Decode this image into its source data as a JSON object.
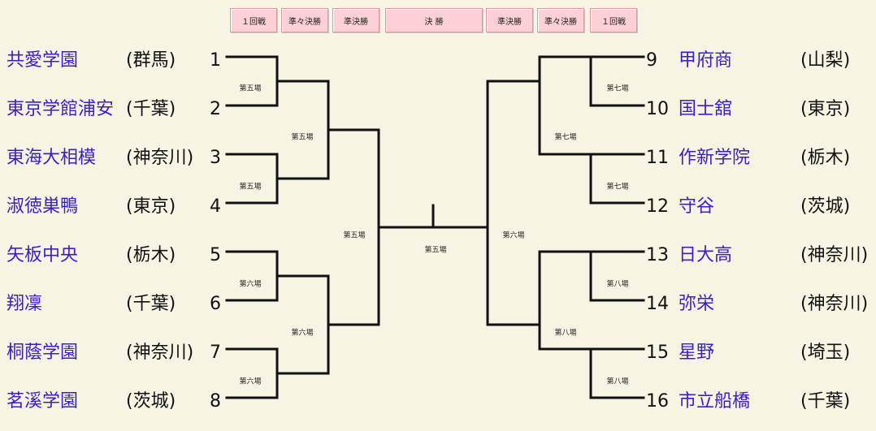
{
  "rounds": [
    "１回戦",
    "準々決勝",
    "準決勝",
    "決 勝",
    "準決勝",
    "準々決勝",
    "１回戦"
  ],
  "left_teams": [
    {
      "num": "1",
      "name": "共愛学園",
      "pref": "(群馬)"
    },
    {
      "num": "2",
      "name": "東京学館浦安",
      "pref": "(千葉)"
    },
    {
      "num": "3",
      "name": "東海大相模",
      "pref": "(神奈川)"
    },
    {
      "num": "4",
      "name": "淑徳巣鴨",
      "pref": "(東京)"
    },
    {
      "num": "5",
      "name": "矢板中央",
      "pref": "(栃木)"
    },
    {
      "num": "6",
      "name": "翔凜",
      "pref": "(千葉)"
    },
    {
      "num": "7",
      "name": "桐蔭学園",
      "pref": "(神奈川)"
    },
    {
      "num": "8",
      "name": "茗溪学園",
      "pref": "(茨城)"
    }
  ],
  "right_teams": [
    {
      "num": "9",
      "name": "甲府商",
      "pref": "(山梨)"
    },
    {
      "num": "10",
      "name": "国士舘",
      "pref": "(東京)"
    },
    {
      "num": "11",
      "name": "作新学院",
      "pref": "(栃木)"
    },
    {
      "num": "12",
      "name": "守谷",
      "pref": "(茨城)"
    },
    {
      "num": "13",
      "name": "日大高",
      "pref": "(神奈川)"
    },
    {
      "num": "14",
      "name": "弥栄",
      "pref": "(神奈川)"
    },
    {
      "num": "15",
      "name": "星野",
      "pref": "(埼玉)"
    },
    {
      "num": "16",
      "name": "市立船橋",
      "pref": "(千葉)"
    }
  ],
  "venues": {
    "l_r1": [
      "第五場",
      "第五場",
      "第六場",
      "第六場"
    ],
    "l_qf": [
      "第五場",
      "第六場"
    ],
    "l_sf": "第五場",
    "final": "第五場",
    "r_sf": "第六場",
    "r_qf": [
      "第七場",
      "第八場"
    ],
    "r_r1": [
      "第七場",
      "第七場",
      "第八場",
      "第八場"
    ]
  }
}
